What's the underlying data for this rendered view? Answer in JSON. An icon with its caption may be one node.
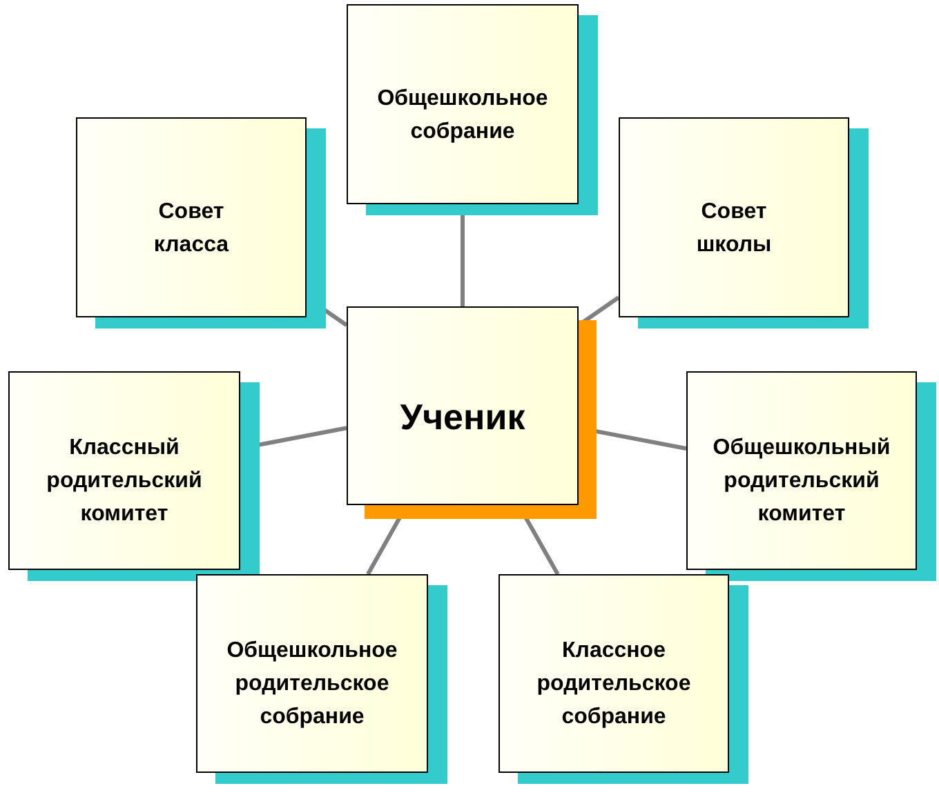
{
  "diagram": {
    "nodes": [
      {
        "text": [
          "Ученик"
        ]
      },
      {
        "text": [
          "Общешкольное собрание"
        ]
      },
      {
        "text": [
          "Совет класса"
        ]
      },
      {
        "text": [
          "Совет школы"
        ]
      },
      {
        "text": [
          "Классный родительский комитет"
        ]
      },
      {
        "text": [
          "Общешкольный родительский комитет"
        ]
      },
      {
        "text": [
          "Общешкольное родительское собрание"
        ]
      },
      {
        "text": [
          "Классное родительское собрание"
        ]
      }
    ],
    "edges": [
      {
        "from": 0,
        "to": 1,
        "arrow": "none"
      },
      {
        "from": 0,
        "to": 2,
        "arrow": "none"
      },
      {
        "from": 0,
        "to": 3,
        "arrow": "none"
      },
      {
        "from": 0,
        "to": 4,
        "arrow": "none"
      },
      {
        "from": 0,
        "to": 5,
        "arrow": "none"
      },
      {
        "from": 0,
        "to": 6,
        "arrow": "none"
      },
      {
        "from": 0,
        "to": 7,
        "arrow": "none"
      }
    ]
  }
}
